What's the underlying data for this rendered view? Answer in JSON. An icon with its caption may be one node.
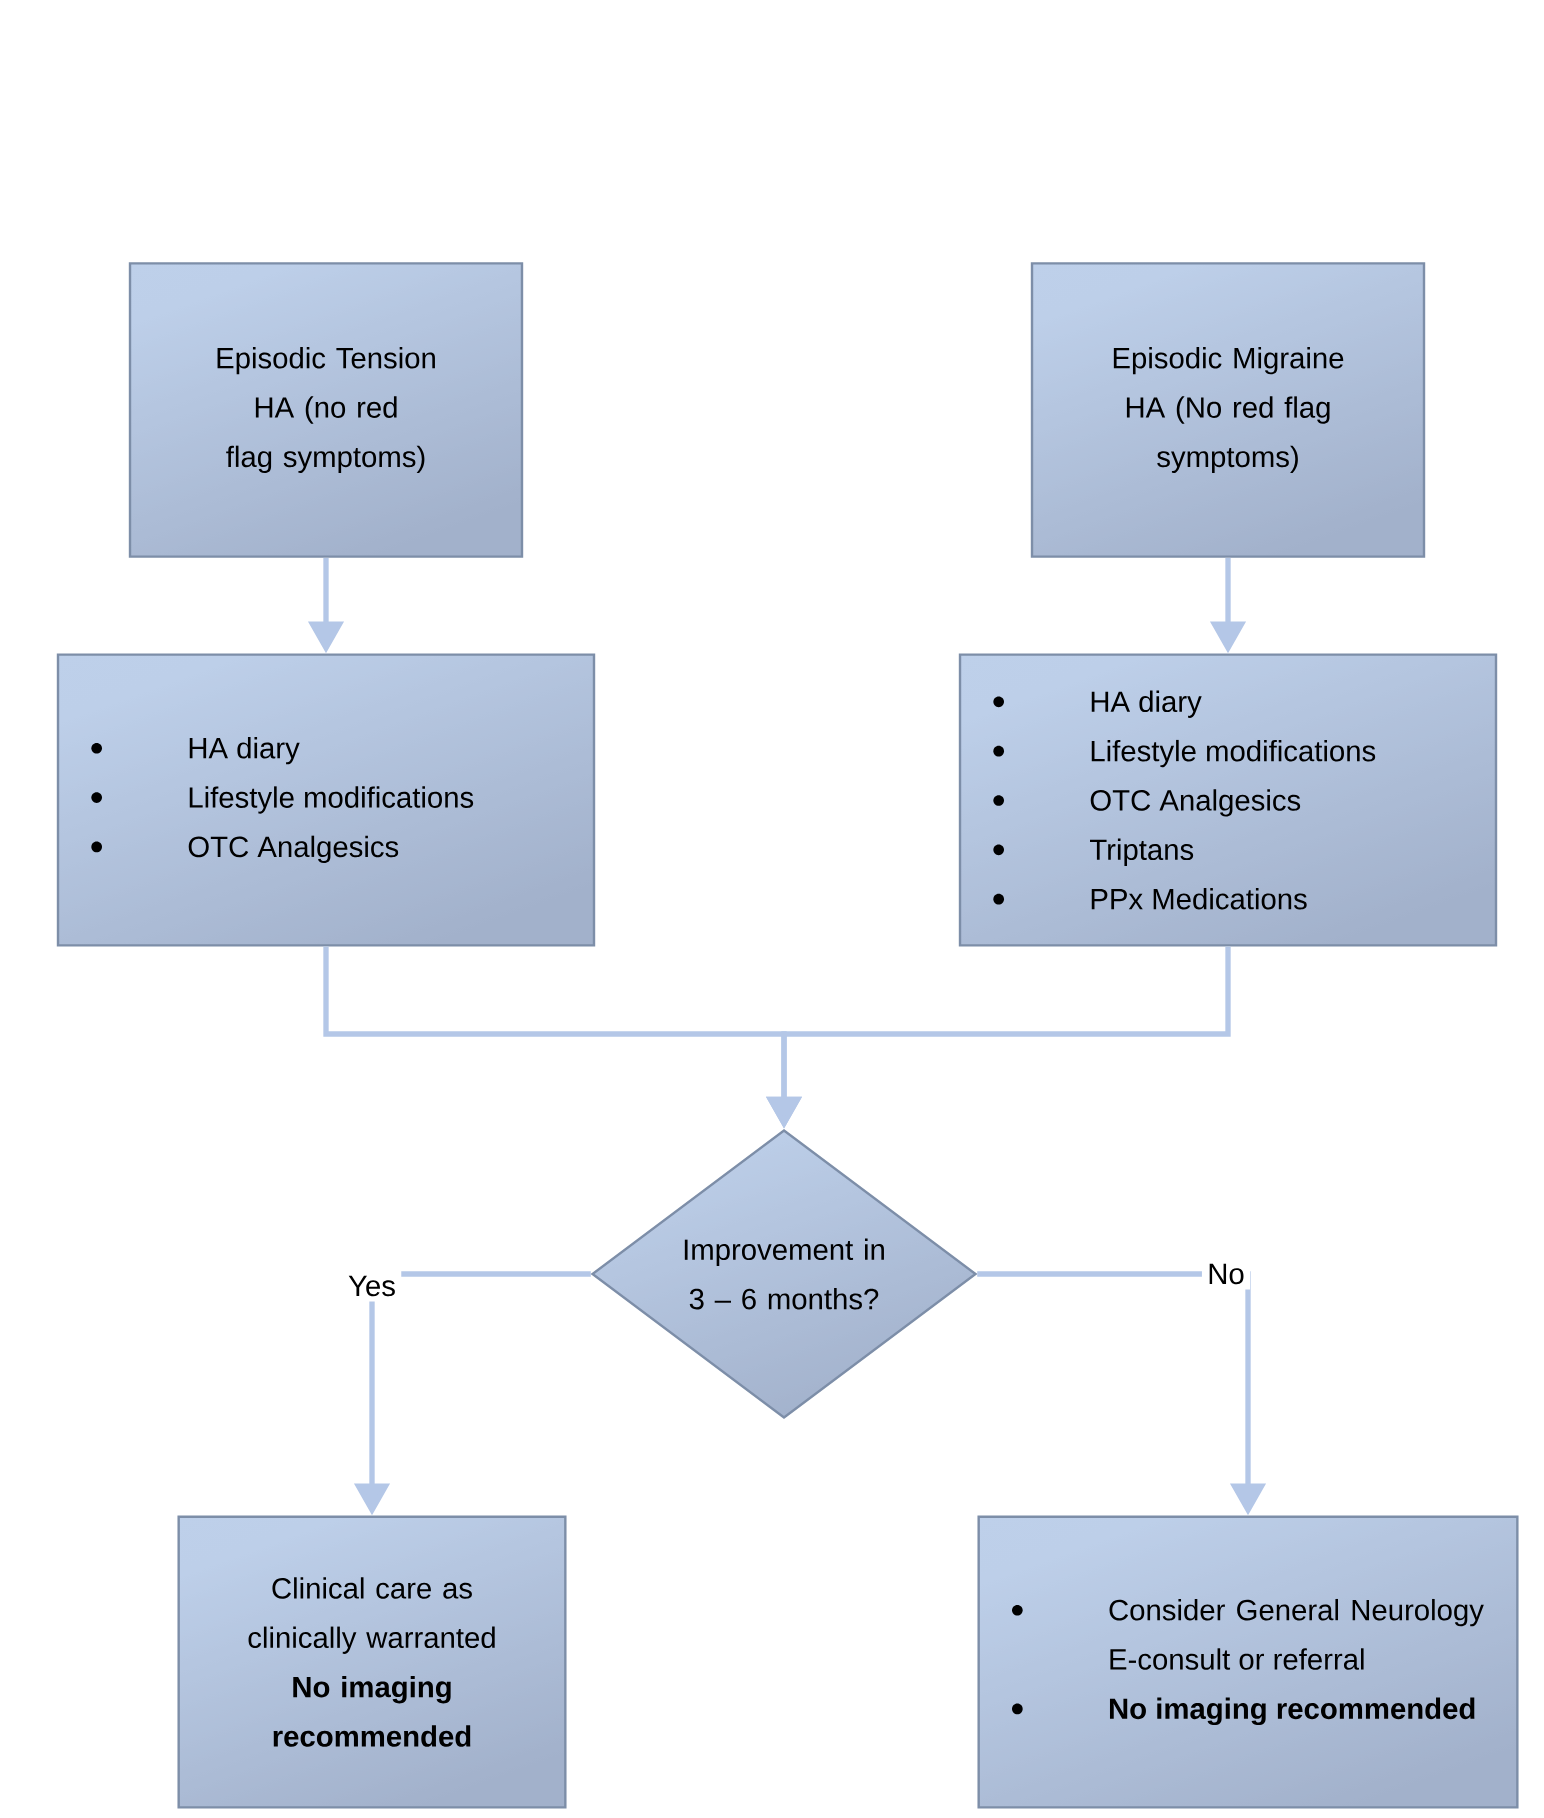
{
  "diagram": {
    "nodes": [
      {
        "text": [
          "Episodic Tension HA (no red flag symptoms)"
        ]
      },
      {
        "text": [
          "Episodic Migraine HA (No red flag symptoms)"
        ]
      },
      {
        "text": [
          "HA diary",
          "Lifestyle modifications",
          "OTC Analgesics"
        ]
      },
      {
        "text": [
          "HA diary",
          "Lifestyle modifications",
          "OTC Analgesics",
          "Triptans",
          "PPx Medications"
        ]
      },
      {
        "text": [
          "Improvement in 3 – 6 months?"
        ]
      },
      {
        "text": [
          "Clinical care as clinically warranted",
          "No imaging recommended"
        ]
      },
      {
        "text": [
          "Consider General Neurology E-consult or referral",
          "No imaging recommended"
        ]
      }
    ],
    "edges": [
      {
        "from": 0,
        "to": 2,
        "arrow": "to"
      },
      {
        "from": 1,
        "to": 3,
        "arrow": "to"
      },
      {
        "from": 2,
        "to": 4,
        "arrow": "to"
      },
      {
        "from": 3,
        "to": 4,
        "arrow": "to"
      },
      {
        "from": 4,
        "to": 5,
        "arrow": "to",
        "label": "Yes"
      },
      {
        "from": 4,
        "to": 6,
        "arrow": "to",
        "label": "No"
      }
    ]
  }
}
